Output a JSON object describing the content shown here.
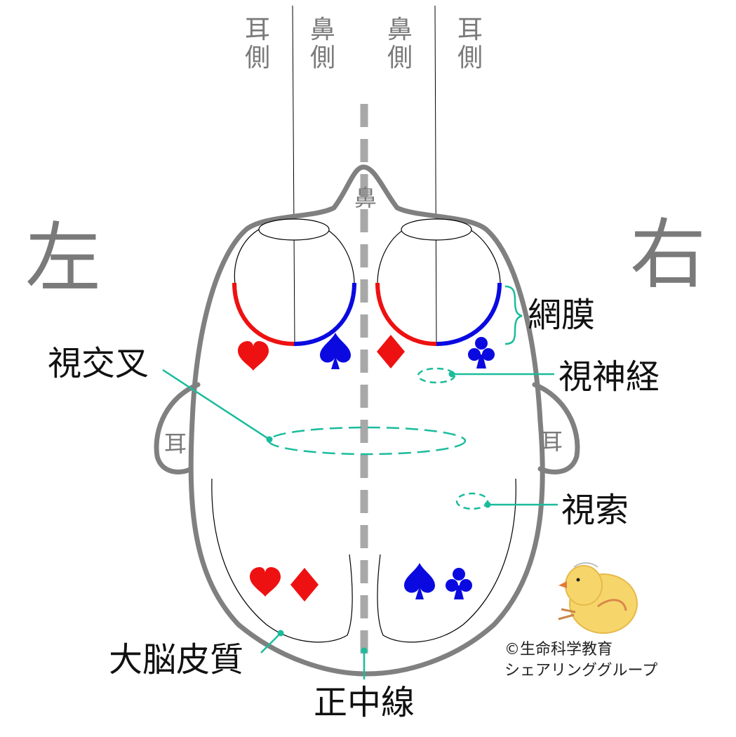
{
  "top_labels": {
    "left_ear_side": [
      "耳",
      "側"
    ],
    "left_nose_side": [
      "鼻",
      "側"
    ],
    "right_nose_side": [
      "鼻",
      "側"
    ],
    "right_ear_side": [
      "耳",
      "側"
    ]
  },
  "side_labels": {
    "left": "左",
    "right": "右"
  },
  "head_labels": {
    "nose": "鼻",
    "ear_left": "耳",
    "ear_right": "耳"
  },
  "callouts": {
    "retina": "網膜",
    "optic_nerve": "視神経",
    "optic_chiasm": "視交叉",
    "optic_tract": "視索",
    "cerebral_cortex": "大脳皮質",
    "midline": "正中線"
  },
  "suit_symbols": {
    "left_eye": [
      "heart",
      "spade"
    ],
    "right_eye": [
      "diamond",
      "club"
    ],
    "left_cortex": [
      "heart",
      "diamond"
    ],
    "right_cortex": [
      "spade",
      "club"
    ]
  },
  "colors": {
    "temporal_retina_red": "#ee1111",
    "nasal_retina_blue": "#0a0ae0",
    "callout_teal": "#1abc9c",
    "outline_gray": "#808080",
    "midline_gray": "#a8a8a8"
  },
  "credit": {
    "line1": "©生命科学教育",
    "line2": "シェアリンググループ"
  }
}
